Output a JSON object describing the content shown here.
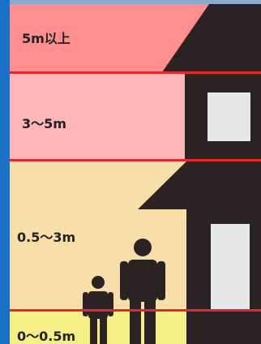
{
  "bands": [
    {
      "label": "5m以上",
      "color": "#ff8f8f"
    },
    {
      "label": "3〜5m",
      "color": "#ffb6b9"
    },
    {
      "label": "0.5〜3m",
      "color": "#f8dfaa"
    },
    {
      "label": "0〜0.5m",
      "color": "#f6ef86"
    }
  ],
  "colors": {
    "frame_blue": "#1a72c6",
    "boundary_red": "#e3282d",
    "house": "#2b2224",
    "window": "#e6e7e8",
    "people": "#2b2224"
  },
  "icons": [
    "house-icon",
    "adult-figure-icon",
    "child-figure-icon"
  ]
}
